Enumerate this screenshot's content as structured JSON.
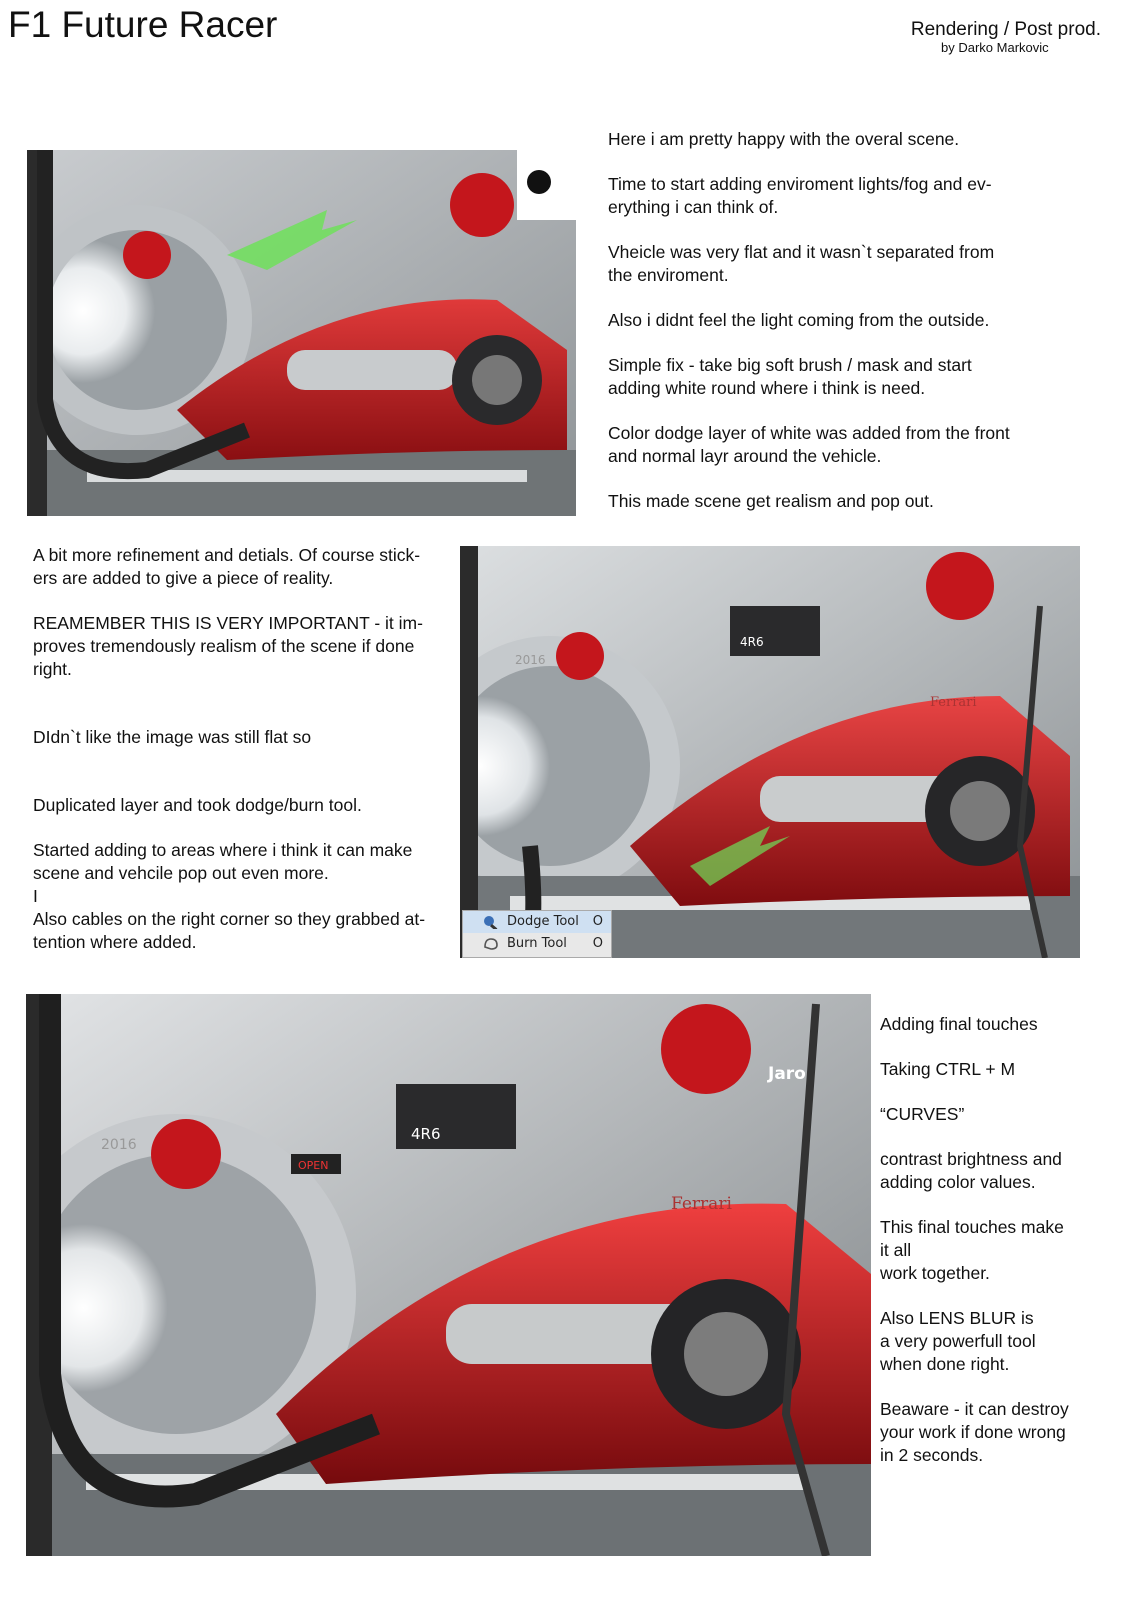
{
  "header": {
    "title": "F1 Future Racer",
    "subtitle": "Rendering / Post prod.",
    "credit": "by Darko Markovic"
  },
  "section1": {
    "paragraphs": [
      "Here i am pretty happy with the overal scene.",
      "Time to start adding enviroment lights/fog and ev-\nerything i can think of.",
      "Vheicle was very flat and it wasn`t separated from\nthe enviroment.",
      "Also i didnt feel the light coming from the outside.",
      "Simple fix - take big soft brush / mask and start\nadding white round where i think is need.",
      "Color dodge layer of white was added from the front\nand normal layr around the vehicle.",
      "This made scene get realism and pop out."
    ]
  },
  "section2": {
    "paragraphs": [
      "A bit more refinement and detials. Of course stick-\ners are added to give a piece of reality.",
      "REAMEMBER THIS IS VERY IMPORTANT - it im-\nproves tremendously realism of the scene if done\nright.",
      "DIdn`t like the image was still flat so",
      "Duplicated layer and took dodge/burn tool.",
      "Started adding to areas where i think it can make\nscene and vehcile pop out even more.\nI\nAlso cables on the right corner so they grabbed at-\ntention where added."
    ],
    "tools": [
      {
        "label": "Dodge Tool",
        "key": "O",
        "icon": "dodge-icon"
      },
      {
        "label": "Burn Tool",
        "key": "O",
        "icon": "burn-icon"
      }
    ]
  },
  "section3": {
    "paragraphs": [
      "Adding final touches",
      "Taking CTRL + M",
      "“CURVES”",
      "contrast brightness and\nadding color values.",
      "This final touches make\nit all\nwork together.",
      "Also LENS BLUR is\na very powerfull tool\nwhen done right.",
      "Beaware - it can destroy\nyour work if done wrong\nin 2 seconds."
    ]
  },
  "renders": {
    "decals": [
      "4R6",
      "2016",
      "Ferrari",
      "OPEN",
      "Jaro"
    ]
  }
}
